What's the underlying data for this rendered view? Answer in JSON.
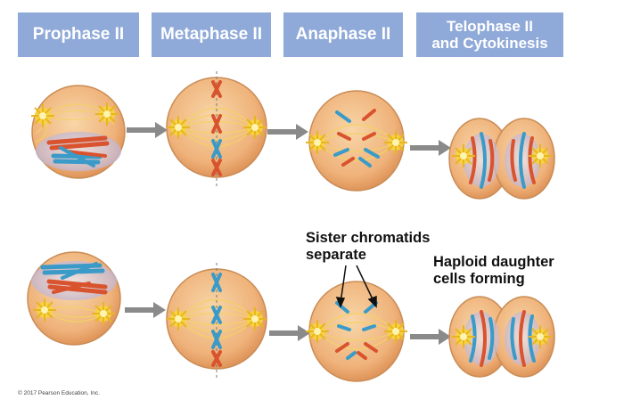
{
  "headers": {
    "prophase": "Prophase II",
    "metaphase": "Metaphase II",
    "anaphase": "Anaphase II",
    "telophase_line1": "Telophase II",
    "telophase_line2": "and Cytokinesis"
  },
  "annotations": {
    "sister_line1": "Sister chromatids",
    "sister_line2": "separate",
    "haploid_line1": "Haploid daughter",
    "haploid_line2": "cells forming"
  },
  "copyright": "© 2017 Pearson Education, Inc.",
  "colors": {
    "header_bg": "#8fa9d8",
    "cell_fill": "#f0b880",
    "chromosome_red": "#d9532e",
    "chromosome_blue": "#3a9bc8",
    "spindle": "#f1d15a",
    "arrow": "#8a8a8a"
  }
}
